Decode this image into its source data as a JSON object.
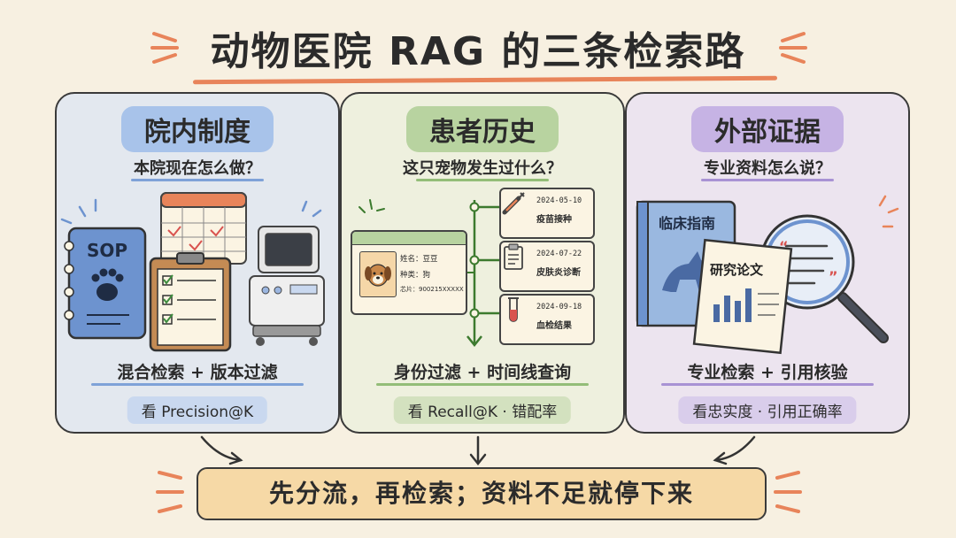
{
  "title": "动物医院 RAG 的三条检索路",
  "columns": [
    {
      "title": "院内制度",
      "question": "本院现在怎么做？",
      "illustration": {
        "sop_label": "SOP"
      },
      "method": "混合检索 + 版本过滤",
      "metric": "看 Precision@K"
    },
    {
      "title": "患者历史",
      "question": "这只宠物发生过什么？",
      "illustration": {
        "id_card": {
          "name": "姓名：豆豆",
          "species": "种类：狗",
          "chip": "芯片：900215XXXXX"
        },
        "timeline": [
          {
            "date": "2024-05-10",
            "label": "疫苗接种",
            "icon": "syringe-icon"
          },
          {
            "date": "2024-07-22",
            "label": "皮肤炎诊断",
            "icon": "clipboard-icon"
          },
          {
            "date": "2024-09-18",
            "label": "血检结果",
            "icon": "test-tube-icon"
          }
        ]
      },
      "method": "身份过滤 + 时间线查询",
      "metric": "看 Recall@K · 错配率"
    },
    {
      "title": "外部证据",
      "question": "专业资料怎么说？",
      "illustration": {
        "book_label": "临床指南",
        "paper_label": "研究论文"
      },
      "method": "专业检索 + 引用核验",
      "metric": "看忠实度 · 引用正确率"
    }
  ],
  "banner": "先分流，再检索；资料不足就停下来",
  "colors": {
    "background": "#f7f0e1",
    "col1": "#a8c3ea",
    "col2": "#b8d3a0",
    "col3": "#c6b3e4",
    "accent": "#e8845a",
    "banner": "#f6d9a6"
  }
}
